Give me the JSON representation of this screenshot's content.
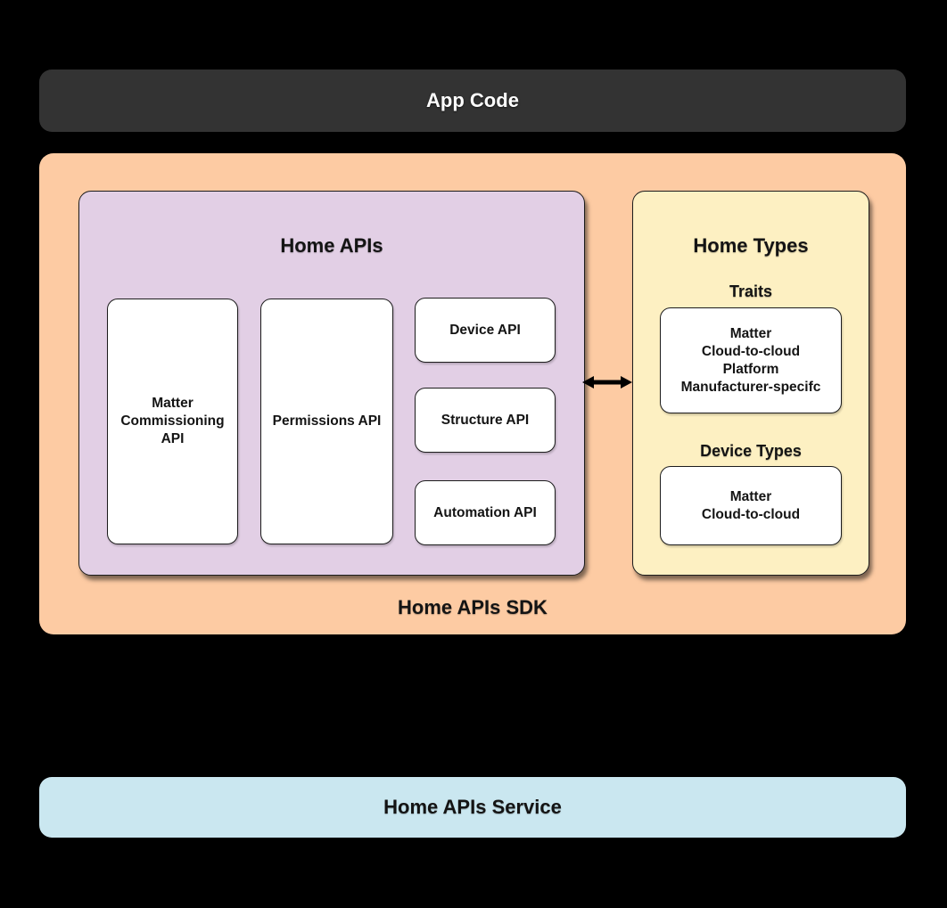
{
  "colors": {
    "background": "#000000",
    "app_code_bg": "#333333",
    "sdk_bg": "#FDCBA3",
    "home_apis_bg": "#E2CFE5",
    "home_types_bg": "#FDF0C2",
    "service_bg": "#CAE7F0",
    "card_bg": "#FFFFFF",
    "border": "#1C1C1C",
    "text_dark": "#141414",
    "text_light": "#FFFFFF"
  },
  "app_code": {
    "label": "App Code"
  },
  "sdk": {
    "label": "Home APIs SDK",
    "home_apis": {
      "title": "Home APIs",
      "cards": {
        "matter_commissioning": "Matter Commissioning API",
        "permissions": "Permissions API",
        "device": "Device API",
        "structure": "Structure API",
        "automation": "Automation API"
      }
    },
    "home_types": {
      "title": "Home Types",
      "traits": {
        "heading": "Traits",
        "lines": [
          "Matter",
          "Cloud-to-cloud",
          "Platform",
          "Manufacturer-specifc"
        ]
      },
      "device_types": {
        "heading": "Device Types",
        "lines": [
          "Matter",
          "Cloud-to-cloud"
        ]
      }
    }
  },
  "service": {
    "label": "Home APIs Service"
  }
}
